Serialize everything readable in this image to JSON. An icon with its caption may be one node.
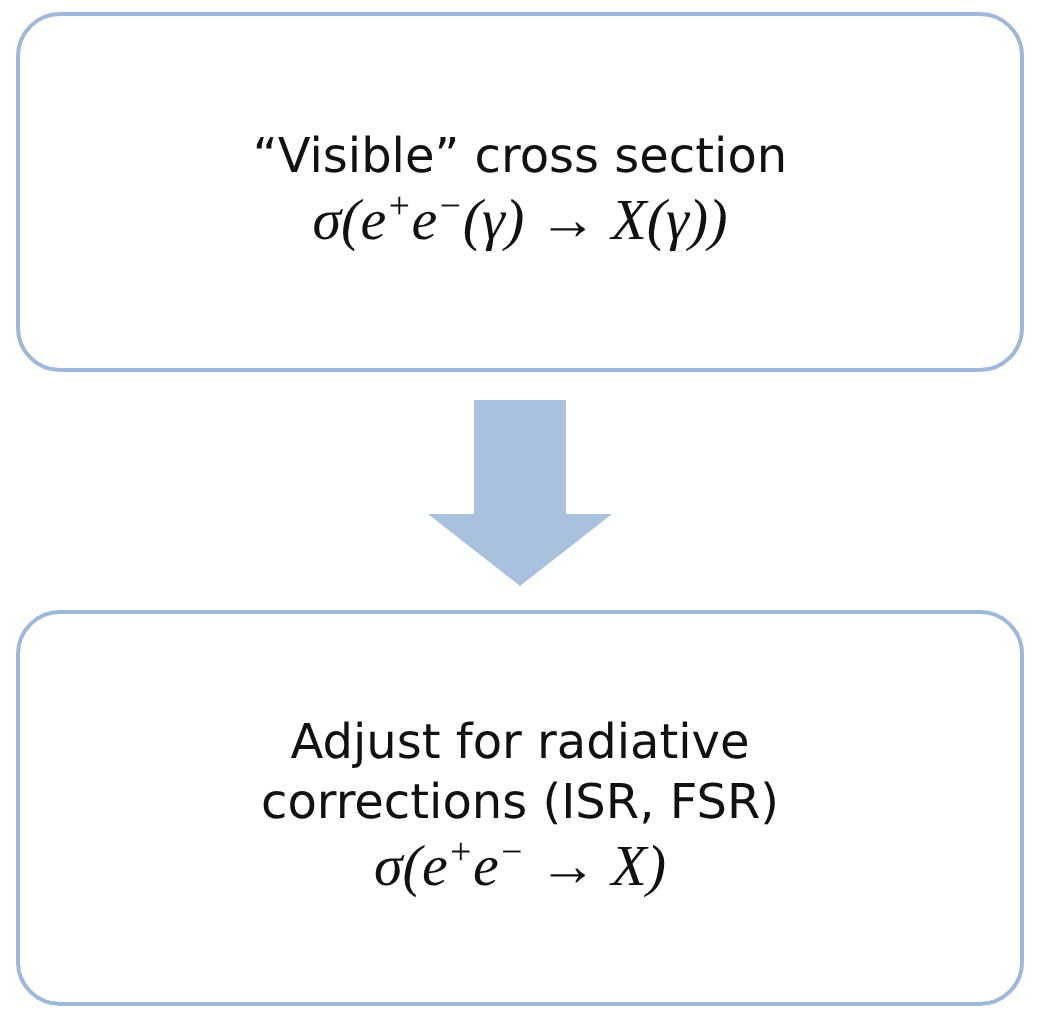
{
  "diagram": {
    "nodes": [
      {
        "text": [
          "“Visible” cross section",
          "σ(e$^{+}$e$^{−}$(γ) → X(γ))"
        ]
      },
      {
        "text": [
          "Adjust for radiative corrections (ISR, FSR)",
          "σ(e$^{+}$e$^{−}$ → X)"
        ]
      }
    ],
    "edges": [
      {
        "from": 0,
        "to": 1,
        "arrow": "to",
        "style": "thick",
        "color": "#a9c1df"
      }
    ]
  }
}
